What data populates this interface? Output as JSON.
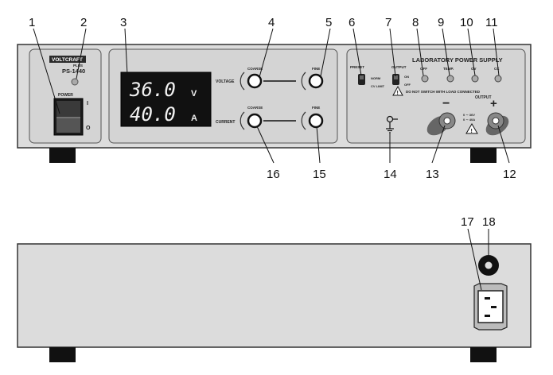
{
  "callouts": [
    "1",
    "2",
    "3",
    "4",
    "5",
    "6",
    "7",
    "8",
    "9",
    "10",
    "11",
    "12",
    "13",
    "14",
    "15",
    "16",
    "17",
    "18"
  ],
  "front": {
    "brand": "VOLTCRAFT",
    "brand_sub": "PLUS",
    "model": "PS-1440",
    "power_label": "POWER",
    "power_on": "I",
    "power_off": "O",
    "title": "LABORATORY POWER SUPPLY",
    "display": {
      "voltage": "36.0",
      "voltage_unit": "V",
      "current": "40.0",
      "current_unit": "A"
    },
    "voltage_label": "VOLTAGE",
    "current_label": "CURRENT",
    "coarse_label": "COARSE",
    "fine_label": "FINE",
    "preset_label": "PRESET",
    "norm_label": "NORM",
    "cv_limit_label": "CV LIMIT",
    "output_label": "OUTPUT",
    "on_label": "ON",
    "off_label": "OFF",
    "led_off": "OFF",
    "led_temp": "TEMP.",
    "led_ov": "OV",
    "led_cc": "CC",
    "warning_text": "DO NOT SWITCH WITH LOAD CONNECTED",
    "output_title": "OUTPUT",
    "minus": "−",
    "plus": "+",
    "output_rating_1": "0 ∼ 36V",
    "output_rating_2": "0 ∼ 40A"
  }
}
